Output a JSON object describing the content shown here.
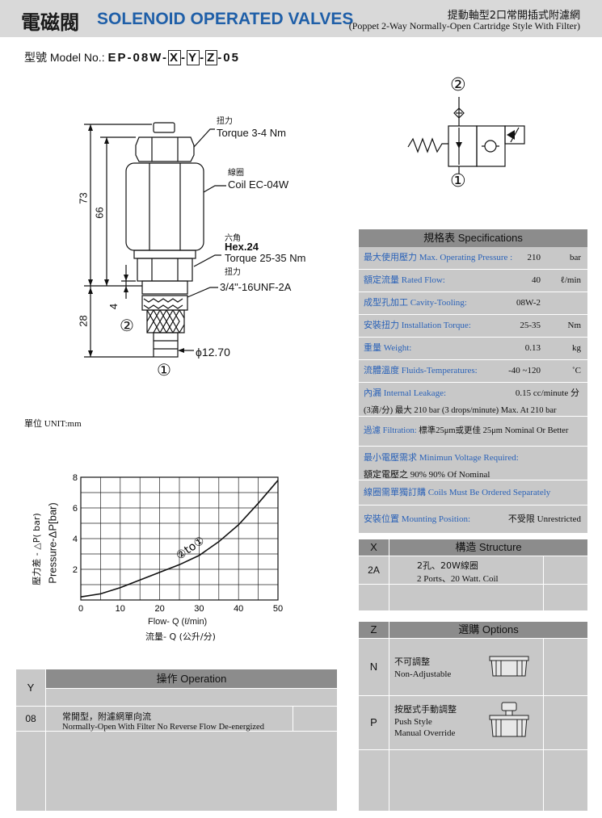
{
  "header": {
    "title_zh": "電磁閥",
    "title_en": "SOLENOID OPERATED VALVES",
    "subtitle_zh": "提動軸型2口常開插式附濾網",
    "subtitle_en": "(Poppet 2-Way Normally-Open Cartridge Style With Filter)"
  },
  "model": {
    "label": "型號 Model No.:",
    "code_prefix": "EP-08W-",
    "x": "X",
    "dash1": "-",
    "y": "Y",
    "dash2": "-",
    "z": "Z",
    "suffix": "-05"
  },
  "drawing": {
    "torque_zh": "扭力",
    "torque_en": "Torque 3-4 Nm",
    "coil_zh": "線圈",
    "coil_en": "Coil EC-04W",
    "hex_zh": "六角",
    "hex_en": "Hex.24",
    "hex_torque": "Torque 25-35 Nm",
    "hex_torque_zh": "扭力",
    "thread": "3/4\"-16UNF-2A",
    "dim_73": "73",
    "dim_66": "66",
    "dim_4": "4",
    "dim_28": "28",
    "dia": "ϕ12.70",
    "port2": "②",
    "port1": "①"
  },
  "symbol": {
    "port2": "②",
    "port1": "①"
  },
  "unit_note": "單位 UNIT:mm",
  "chart_data": {
    "type": "line",
    "title": "",
    "xlabel": "Flow- Q (ℓ/min)",
    "xlabel_zh": "流量- Q (公升/分)",
    "ylabel": "Pressure-ΔP[bar)",
    "ylabel_zh": "壓力差 - △P( bar)",
    "xlim": [
      0,
      50
    ],
    "ylim": [
      0,
      8
    ],
    "xticks": [
      "0",
      "10",
      "20",
      "30",
      "40",
      "50"
    ],
    "yticks": [
      "2",
      "4",
      "6",
      "8"
    ],
    "grid": true,
    "annotation": "②to①",
    "series": [
      {
        "name": "",
        "x": [
          0,
          5,
          10,
          15,
          20,
          25,
          30,
          35,
          40,
          45,
          50
        ],
        "y": [
          0.2,
          0.4,
          0.8,
          1.3,
          1.8,
          2.3,
          2.9,
          3.8,
          4.9,
          6.3,
          7.8
        ]
      }
    ]
  },
  "specs": {
    "header": "規格表 Specifications",
    "rows": [
      {
        "label": "最大使用壓力 Max. Operating Pressure :",
        "value": "210",
        "unit": "bar"
      },
      {
        "label": "額定流量 Rated Flow:",
        "value": "40",
        "unit": "ℓ/min"
      },
      {
        "label": "成型孔加工 Cavity-Tooling:",
        "value": "08W-2",
        "unit": ""
      },
      {
        "label": "安裝扭力 Installation Torque:",
        "value": "25-35",
        "unit": "Nm"
      },
      {
        "label": "重量 Weight:",
        "value": "0.13",
        "unit": "kg"
      },
      {
        "label": "流體溫度 Fluids-Temperatures:",
        "value": "-40 ~120",
        "unit": "˚C"
      }
    ],
    "leakage_label": "內漏 Internal Leakage:",
    "leakage_value": "0.15 cc/minute 分",
    "leakage_line2": "(3滴/分) 最大 210 bar   (3 drops/minute) Max. At 210 bar",
    "filtration_label": "過濾 Filtration:",
    "filtration_value": "標準25μm或更佳 25μm Nominal Or Better",
    "min_voltage_label": "最小電壓需求 Minimun Voltage Required:",
    "min_voltage_value": "額定電壓之 90%      90% Of Nominal",
    "coils_note": "線圈需單獨訂購 Coils Must Be Ordered Separately",
    "mounting_label": "安裝位置 Mounting Position:",
    "mounting_value": "不受限  Unrestricted"
  },
  "structure": {
    "code_header": "X",
    "header": "構造 Structure",
    "rows": [
      {
        "code": "2A",
        "zh": "2孔、20W線圈",
        "en": "2 Ports、20 Watt. Coil"
      }
    ]
  },
  "options": {
    "code_header": "Z",
    "header": "選購 Options",
    "rows": [
      {
        "code": "N",
        "zh": "不可調整",
        "en": "Non-Adjustable",
        "en2": ""
      },
      {
        "code": "P",
        "zh": "按壓式手動調整",
        "en": "Push Style",
        "en2": "Manual Override"
      }
    ]
  },
  "operation": {
    "code_header": "Y",
    "header": "操作 Operation",
    "rows": [
      {
        "code": "08",
        "zh": "常開型，附濾網單向流",
        "en": "Normally-Open With Filter No Reverse Flow De-energized"
      }
    ]
  }
}
